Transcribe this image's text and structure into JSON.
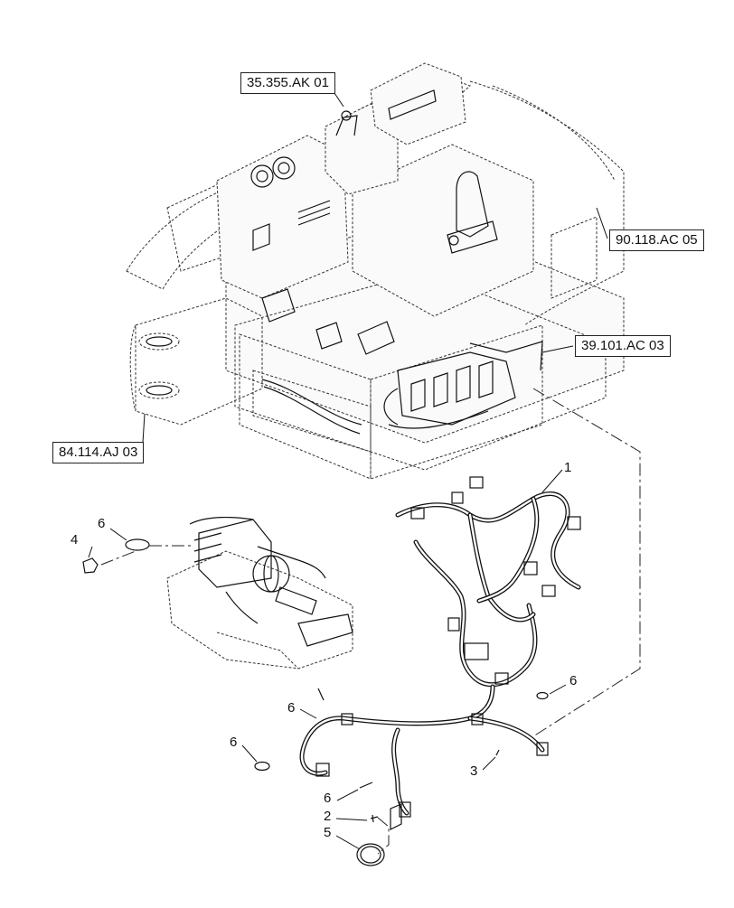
{
  "references": [
    {
      "id": "ref-35",
      "label": "35.355.AK 01"
    },
    {
      "id": "ref-90",
      "label": "90.118.AC 05"
    },
    {
      "id": "ref-39",
      "label": "39.101.AC 03"
    },
    {
      "id": "ref-84",
      "label": "84.114.AJ 03"
    }
  ],
  "callouts": {
    "harness": "1",
    "screw_2": "2",
    "screw_3": "3",
    "nut_4": "4",
    "grommet_5": "5",
    "tie_a": "6",
    "tie_b": "6",
    "tie_c": "6",
    "tie_d": "6",
    "tie_e": "6"
  }
}
